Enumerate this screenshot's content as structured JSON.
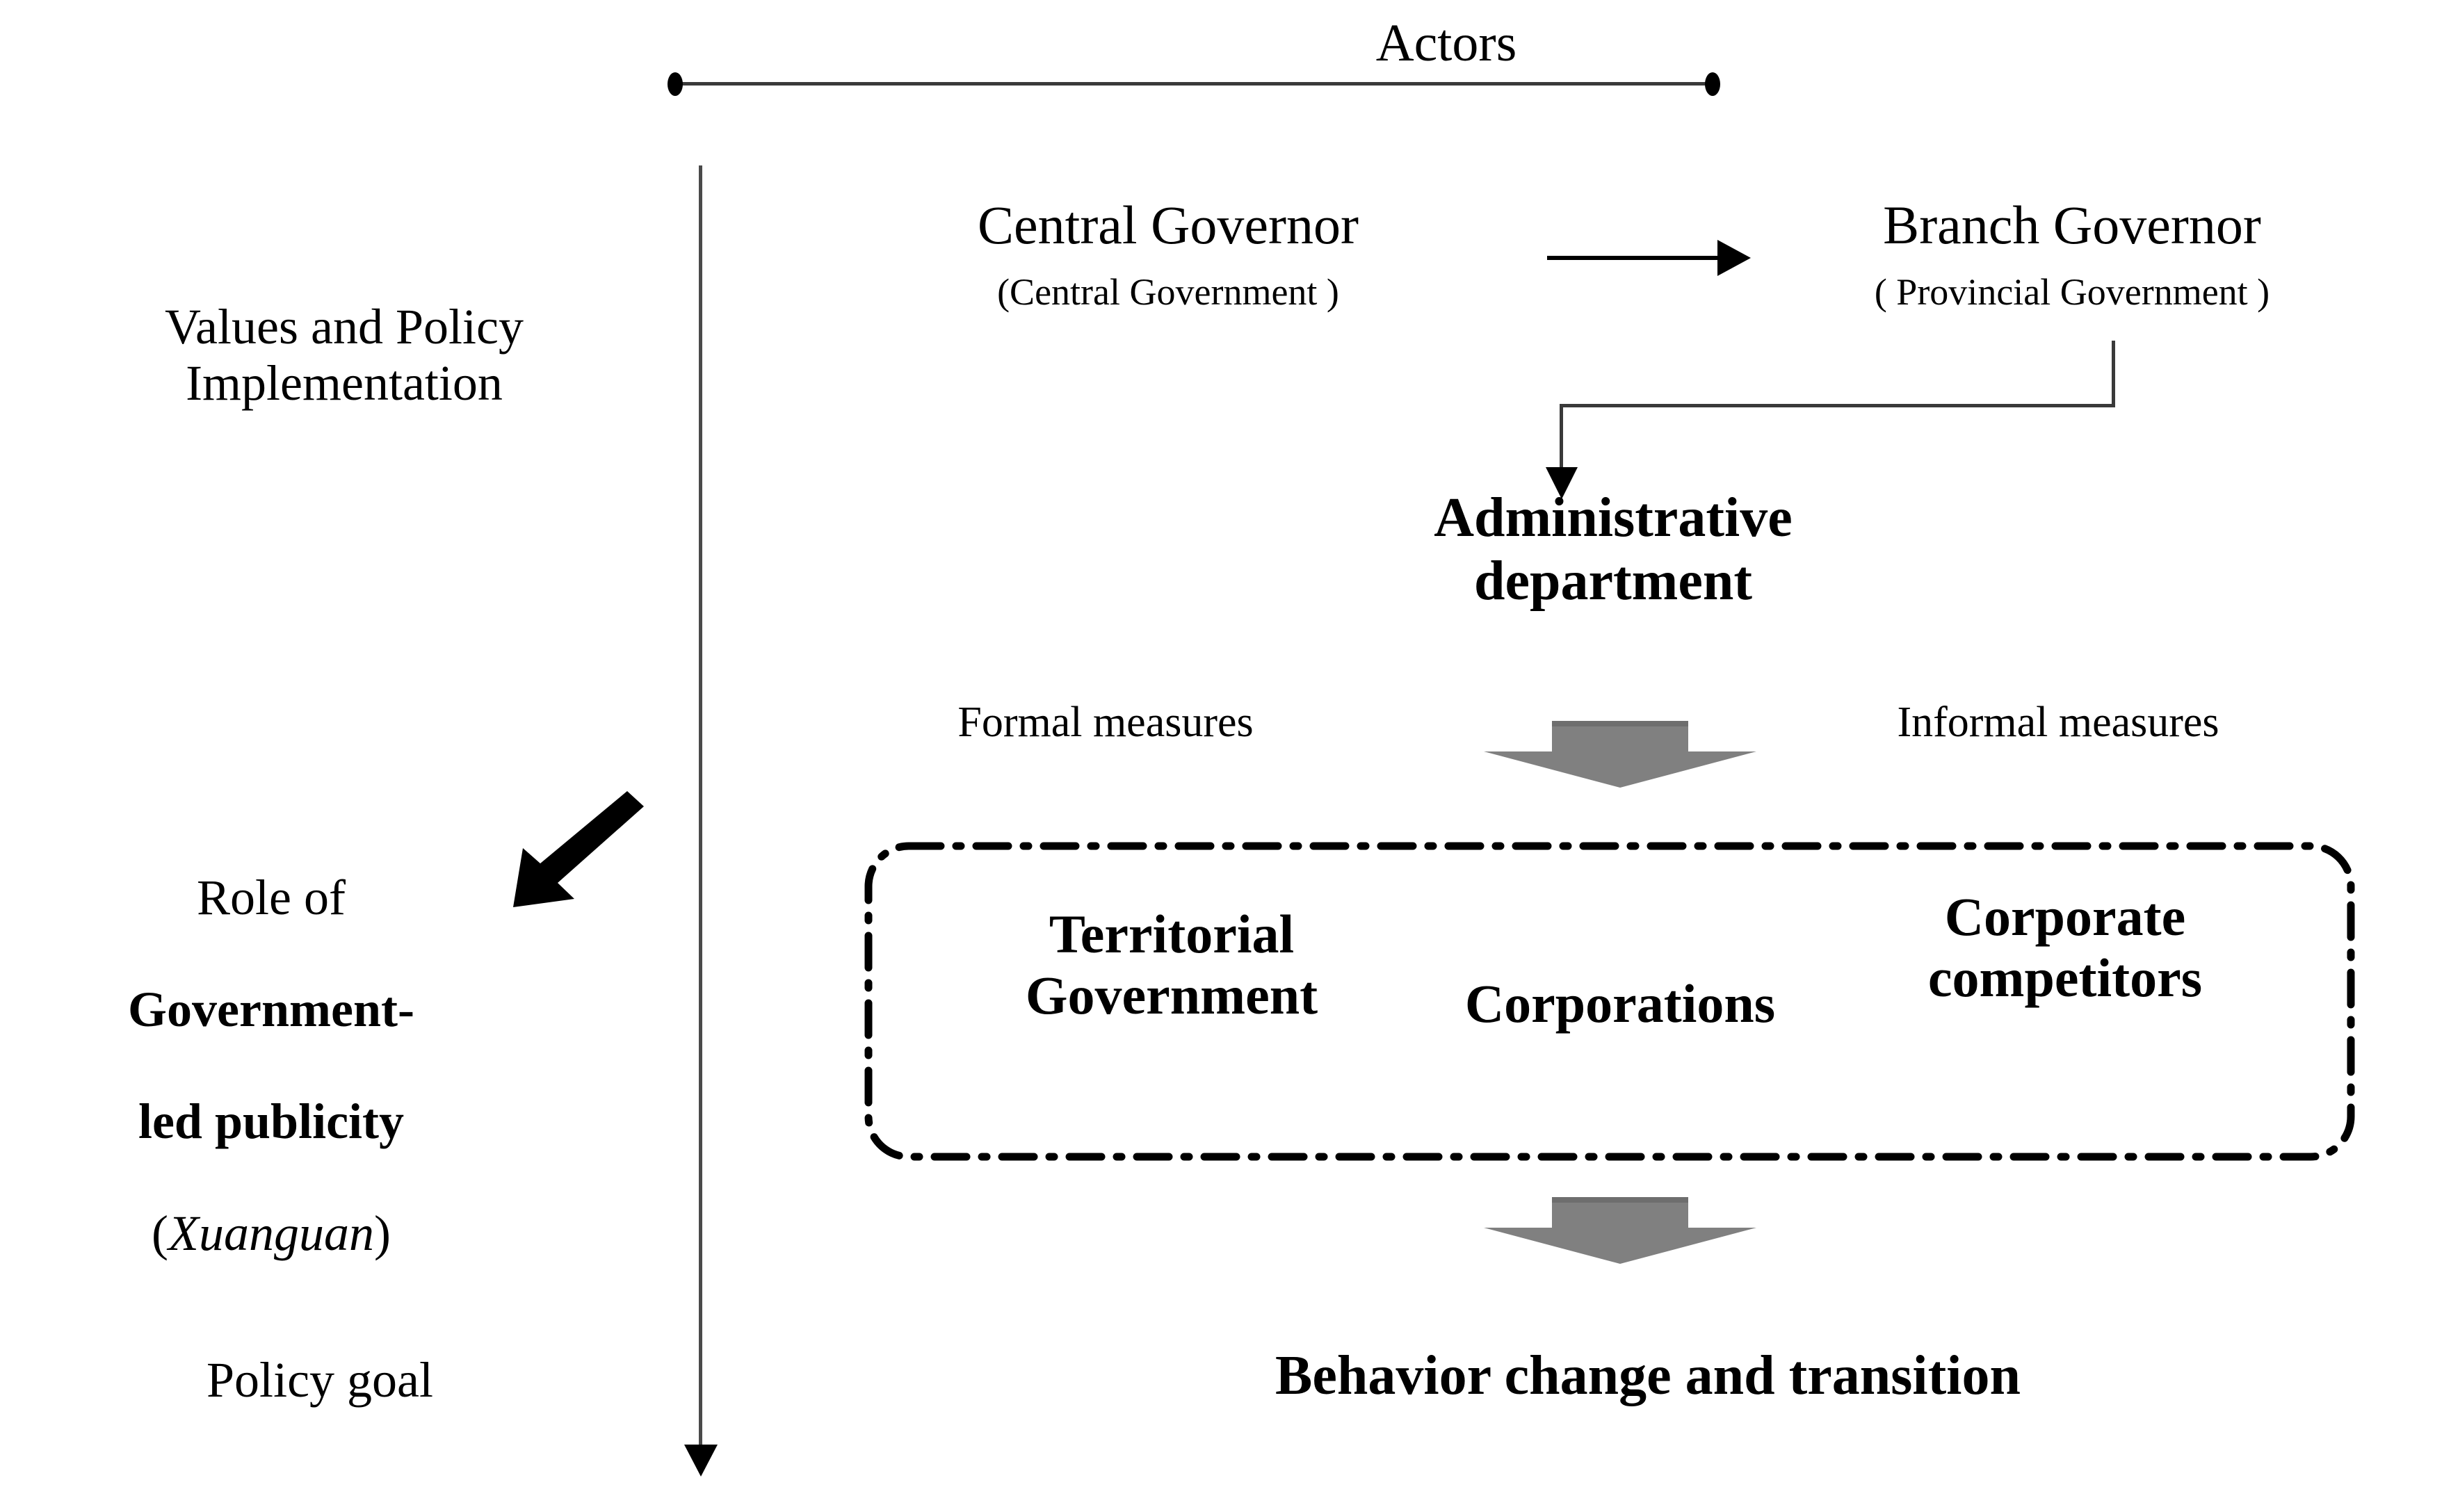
{
  "diagram": {
    "axes": {
      "horizontal_label": "Actors",
      "vertical_stages": [
        "Values and Policy Implementation",
        "Role of Government-led publicity (Xuanguan)",
        "Policy goal"
      ]
    },
    "left_column": {
      "values_label": "Values and Policy\nImplementation",
      "role_label": {
        "line1": "Role of",
        "line2_bold": "Government-",
        "line3_bold": "led publicity",
        "paren_open": "(",
        "italic_term": "Xuanguan",
        "paren_close": ")"
      },
      "policy_goal_label": "Policy goal"
    },
    "actors_row": {
      "central": {
        "title": "Central Governor",
        "subtitle": "(Central Government )"
      },
      "branch": {
        "title": "Branch Governor",
        "subtitle": "( Provincial Government )"
      }
    },
    "administrative_department": "Administrative\ndepartment",
    "measures": {
      "formal": "Formal measures",
      "informal": "Informal measures"
    },
    "actor_box": {
      "territorial_government": "Territorial\nGovernment",
      "corporations": "Corporations",
      "corporate_competitors": "Corporate\ncompetitors"
    },
    "outcome": "Behavior change and transition",
    "colors": {
      "ink": "#000000",
      "axis_line": "#3a3a3a",
      "block_arrow_fill": "#808080",
      "block_arrow_edge": "#6e6e6e"
    }
  }
}
